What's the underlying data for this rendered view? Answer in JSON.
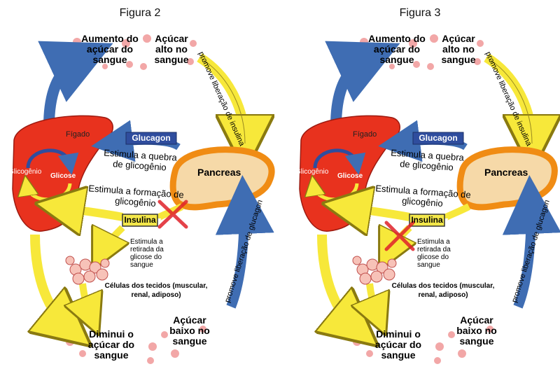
{
  "figures": [
    {
      "title": "Figura 2",
      "labels": {
        "aumento": "Aumento do açúcar do sangue",
        "acucar_alto": "Açúcar alto no sangue",
        "promove_insulina": "promove liberação de insulina",
        "figado": "Fígado",
        "glucagon": "Glucagon",
        "estimula_quebra": "Estimula a quebra de glicogênio",
        "pancreas": "Pancreas",
        "glicogenio": "Glicogênio",
        "glicose": "Glicose",
        "estimula_formacao": "Estimula a formação de glicogênio",
        "insulina": "Insulina",
        "estimula_retirada": "Estimula a retirada da glicose do sangue",
        "promove_glucagon": "promove liberação de glucagon",
        "celulas": "Células dos tecidos (muscular, renal, adiposo)",
        "diminui": "Diminui o açúcar do sangue",
        "acucar_baixo": "Açúcar baixo no sangue"
      },
      "cross_mark_on": "estimula-formacao"
    },
    {
      "title": "Figura 3",
      "labels": {
        "aumento": "Aumento do açúcar do sangue",
        "acucar_alto": "Açúcar alto no sangue",
        "promove_insulina": "promove liberação de insulina",
        "figado": "Fígado",
        "glucagon": "Glucagon",
        "estimula_quebra": "Estimula a quebra de glicogênio",
        "pancreas": "Pancreas",
        "glicogenio": "Glicogênio",
        "glicose": "Glicose",
        "estimula_formacao": "Estimula a formação de glicogênio",
        "insulina": "Insulina",
        "estimula_retirada": "Estimula a retirada da glicose do sangue",
        "promove_glucagon": "promove liberação de glucagon",
        "celulas": "Células dos tecidos (muscular, renal, adiposo)",
        "diminui": "Diminui o açúcar do sangue",
        "acucar_baixo": "Açúcar baixo no sangue"
      },
      "cross_mark_on": "estimula-retirada"
    }
  ],
  "colors": {
    "liver": "#e8321e",
    "pancreas_fill": "#f6d9a8",
    "pancreas_border": "#f08c14",
    "arrow_yellow": "#f7e83a",
    "arrow_blue": "#3f6db3",
    "glucagon_box": "#2f4d9e",
    "insulin_box": "#f4e84a",
    "cross": "#e0222a",
    "blood_dots": "#f2a7a7"
  }
}
